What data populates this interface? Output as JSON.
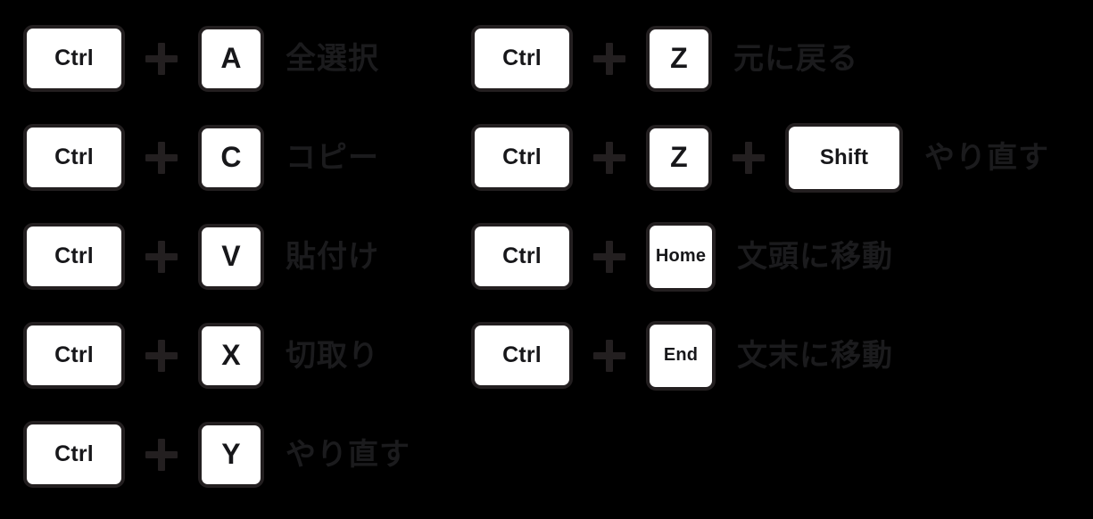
{
  "background_color": "#000000",
  "key_face_color": "#ffffff",
  "key_border_color": "#231f20",
  "label_color": "#1b1b1d",
  "separator_glyph": "+",
  "columns": {
    "left": {
      "rows": [
        {
          "keys": [
            {
              "label": "Ctrl",
              "size": "wide"
            },
            {
              "label": "A",
              "size": "square"
            }
          ],
          "action": "全選択"
        },
        {
          "keys": [
            {
              "label": "Ctrl",
              "size": "wide"
            },
            {
              "label": "C",
              "size": "square"
            }
          ],
          "action": "コピー"
        },
        {
          "keys": [
            {
              "label": "Ctrl",
              "size": "wide"
            },
            {
              "label": "V",
              "size": "square"
            }
          ],
          "action": "貼付け"
        },
        {
          "keys": [
            {
              "label": "Ctrl",
              "size": "wide"
            },
            {
              "label": "X",
              "size": "square"
            }
          ],
          "action": "切取り"
        },
        {
          "keys": [
            {
              "label": "Ctrl",
              "size": "wide"
            },
            {
              "label": "Y",
              "size": "square"
            }
          ],
          "action": "やり直す"
        }
      ]
    },
    "right": {
      "rows": [
        {
          "keys": [
            {
              "label": "Ctrl",
              "size": "wide"
            },
            {
              "label": "Z",
              "size": "square"
            }
          ],
          "action": "元に戻る"
        },
        {
          "keys": [
            {
              "label": "Ctrl",
              "size": "wide"
            },
            {
              "label": "Z",
              "size": "square"
            },
            {
              "label": "Shift",
              "size": "shift"
            }
          ],
          "action": "やり直す"
        },
        {
          "keys": [
            {
              "label": "Ctrl",
              "size": "wide"
            },
            {
              "label": "Home",
              "size": "small"
            }
          ],
          "action": "文頭に移動"
        },
        {
          "keys": [
            {
              "label": "Ctrl",
              "size": "wide"
            },
            {
              "label": "End",
              "size": "small"
            }
          ],
          "action": "文末に移動"
        }
      ]
    }
  }
}
